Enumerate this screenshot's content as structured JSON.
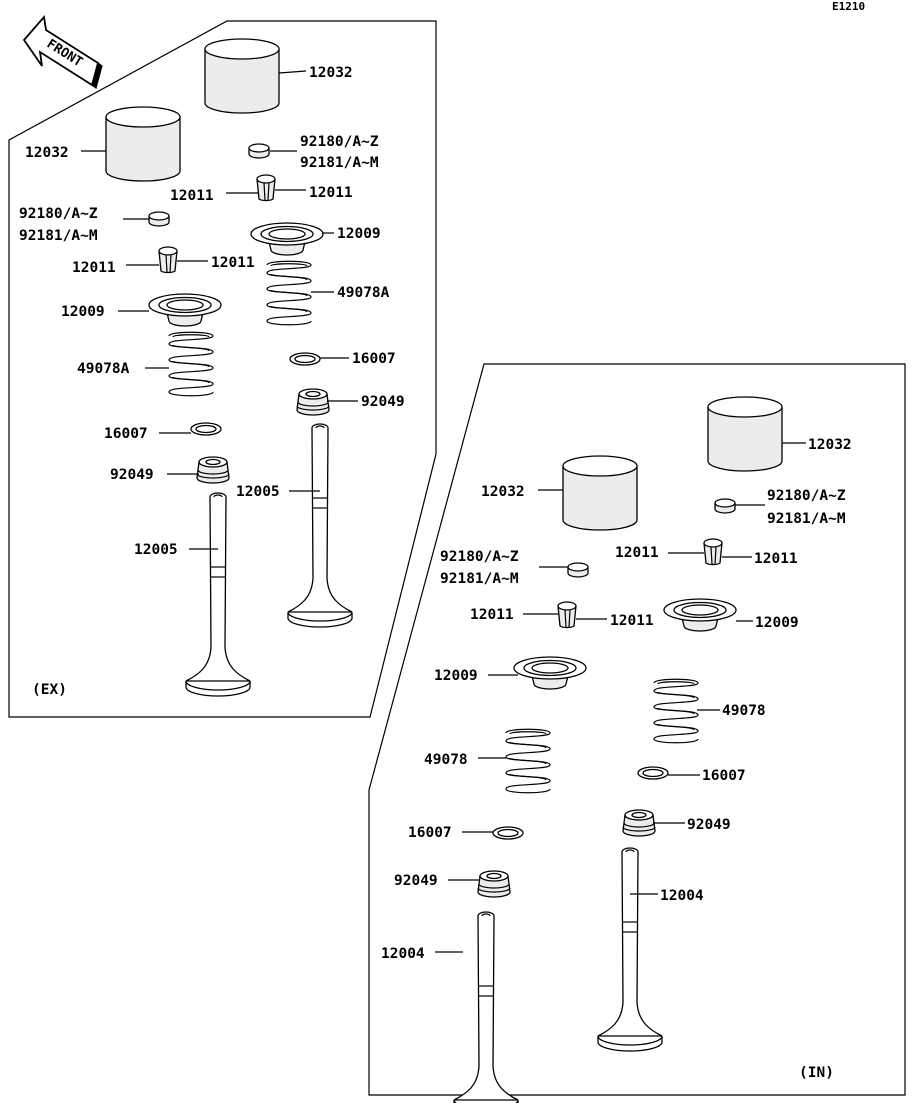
{
  "diagram": {
    "code": "E1210",
    "front_label": "FRONT",
    "ex_label": "(EX)",
    "in_label": "(IN)"
  },
  "labels": {
    "ex_lifter_top": "12032",
    "ex_lifter_left": "12032",
    "ex_shim_top_a": "92180/A~Z",
    "ex_shim_top_b": "92181/A~M",
    "ex_cotter_top_left": "12011",
    "ex_cotter_top_right": "12011",
    "ex_shim_left_a": "92180/A~Z",
    "ex_shim_left_b": "92181/A~M",
    "ex_retainer_right": "12009",
    "ex_cotter_left_left": "12011",
    "ex_cotter_left_right": "12011",
    "ex_spring_right": "49078A",
    "ex_retainer_left": "12009",
    "ex_washer_right": "16007",
    "ex_spring_left": "49078A",
    "ex_seal_right": "92049",
    "ex_washer_left": "16007",
    "ex_valve_right": "12005",
    "ex_seal_left": "92049",
    "ex_valve_left": "12005",
    "in_lifter_right": "12032",
    "in_lifter_left": "12032",
    "in_shim_right_a": "92180/A~Z",
    "in_shim_right_b": "92181/A~M",
    "in_cotter_right_left": "12011",
    "in_cotter_right_right": "12011",
    "in_shim_left_a": "92180/A~Z",
    "in_shim_left_b": "92181/A~M",
    "in_cotter_left_left": "12011",
    "in_cotter_left_right": "12011",
    "in_retainer_right": "12009",
    "in_retainer_left": "12009",
    "in_spring_right": "49078",
    "in_spring_left": "49078",
    "in_washer_right": "16007",
    "in_washer_left": "16007",
    "in_seal_right": "92049",
    "in_seal_left": "92049",
    "in_valve_right": "12004",
    "in_valve_left": "12004"
  }
}
